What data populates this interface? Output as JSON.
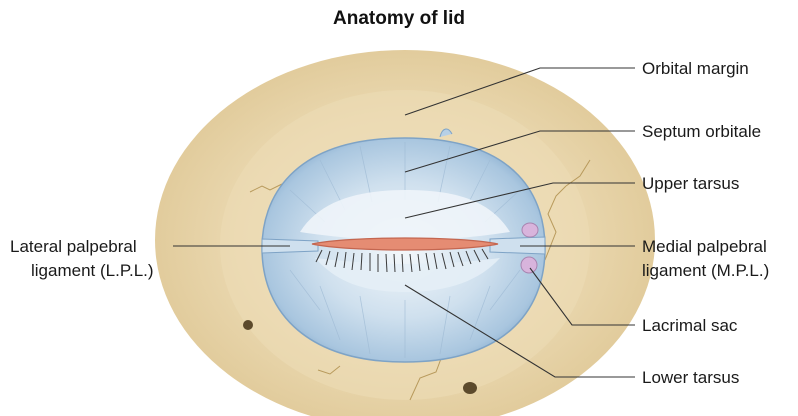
{
  "title": "Anatomy of lid",
  "labels": {
    "orbital_margin": "Orbital margin",
    "septum_orbitale": "Septum orbitale",
    "upper_tarsus": "Upper tarsus",
    "lateral_ligament_line1": "Lateral palpebral",
    "lateral_ligament_line2": "ligament (L.P.L.)",
    "medial_ligament_line1": "Medial palpebral",
    "medial_ligament_line2": "ligament (M.P.L.)",
    "lacrimal_sac": "Lacrimal sac",
    "lower_tarsus": "Lower tarsus"
  },
  "colors": {
    "bone": "#e8d6ac",
    "septum": "#b7d0e6",
    "tarsus": "#e4eef6",
    "lid_margin": "#e58c73",
    "lacrimal_sac": "#d8b4dc"
  }
}
